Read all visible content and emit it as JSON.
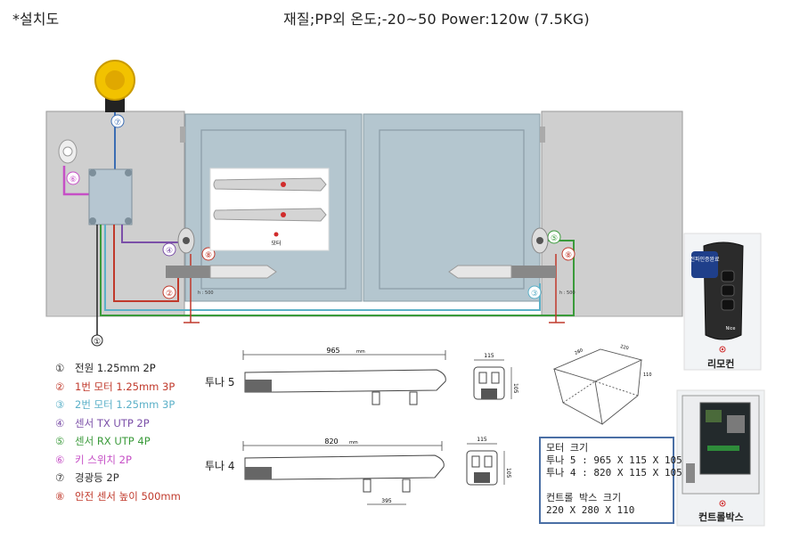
{
  "header": {
    "title": "*설치도",
    "specs": "재질;PP외 온도;-20~50 Power:120w (7.5KG)"
  },
  "diagram": {
    "motor_photo_caption": "모터",
    "ruler_left": "h : 500",
    "ruler_right": "h : 500",
    "callouts": [
      "①",
      "②",
      "③",
      "④",
      "⑤",
      "⑥",
      "⑦",
      "⑧"
    ]
  },
  "legend": [
    {
      "num": "①",
      "text": "전원  1.25mm 2P",
      "color": "#222222"
    },
    {
      "num": "②",
      "text": "1번 모터  1.25mm 3P",
      "color": "#c0392b"
    },
    {
      "num": "③",
      "text": "2번 모터  1.25mm 3P",
      "color": "#5bb0c8"
    },
    {
      "num": "④",
      "text": "센서 TX UTP 2P",
      "color": "#7b4fa8"
    },
    {
      "num": "⑤",
      "text": "센서 RX UTP 4P",
      "color": "#3a9a3a"
    },
    {
      "num": "⑥",
      "text": "키 스위치 2P",
      "color": "#c64fc6"
    },
    {
      "num": "⑦",
      "text": "경광등 2P",
      "color": "#333333"
    },
    {
      "num": "⑧",
      "text": "안전 센서 높이 500mm",
      "color": "#c0392b"
    }
  ],
  "drawings": {
    "length_5": "965",
    "length_4": "820",
    "unit": "mm",
    "width_5": "115",
    "width_4": "115",
    "height_5": "105",
    "height_4": "105",
    "bracket_4": "395",
    "box_dims": [
      "280",
      "220",
      "110"
    ],
    "model_5": "투나 5",
    "model_4": "투나 4"
  },
  "specbox": {
    "motor_title": "모터 크기",
    "motor_5": "투나 5 : 965 X 115 X 105",
    "motor_4": "투나 4 : 820 X 115 X 105",
    "box_title": "컨트롤 박스 크기",
    "box_dims": "220 X 280 X 110"
  },
  "remote": {
    "badge": "전파인증완료",
    "brand": "Nice",
    "caption": "리모컨"
  },
  "controlbox": {
    "caption": "컨트롤박스"
  }
}
